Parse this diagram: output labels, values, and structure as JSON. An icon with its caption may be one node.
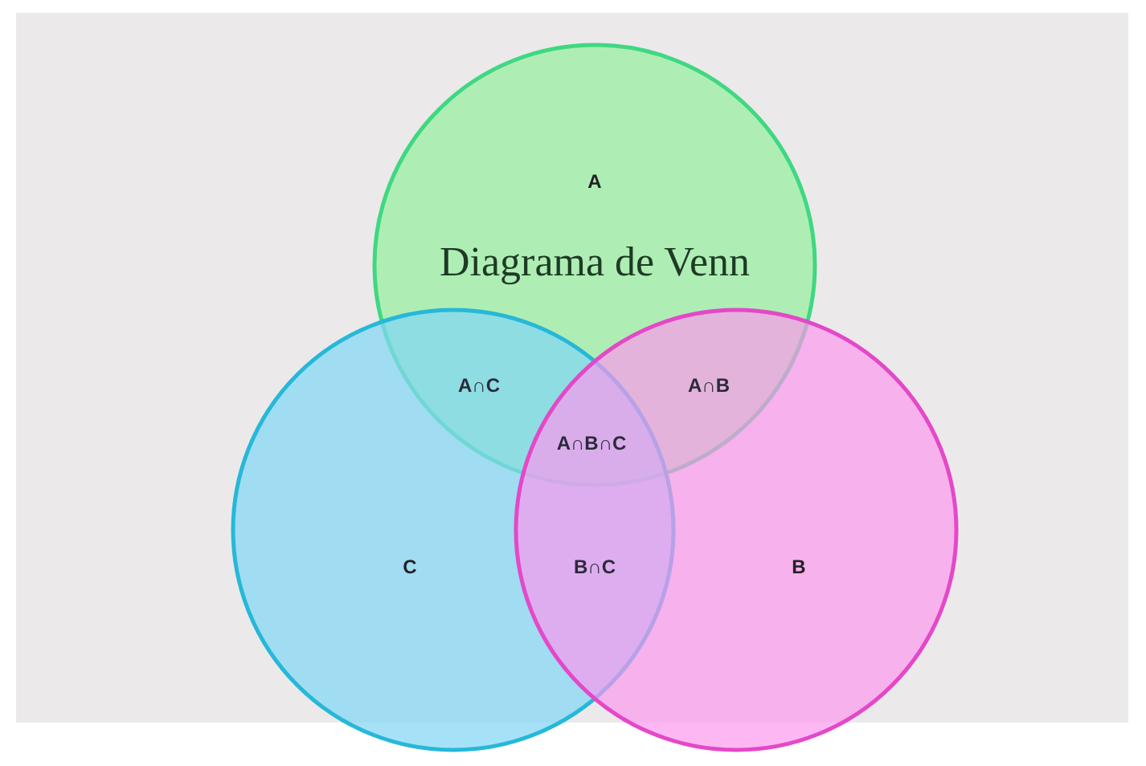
{
  "diagram": {
    "title": "Diagrama de Venn",
    "nodes": [
      {
        "text": [
          "A"
        ]
      },
      {
        "text": [
          "C"
        ]
      },
      {
        "text": [
          "B"
        ]
      }
    ],
    "labels": [
      "A∩C",
      "A∩B",
      "A∩B∩C",
      "B∩C"
    ]
  }
}
